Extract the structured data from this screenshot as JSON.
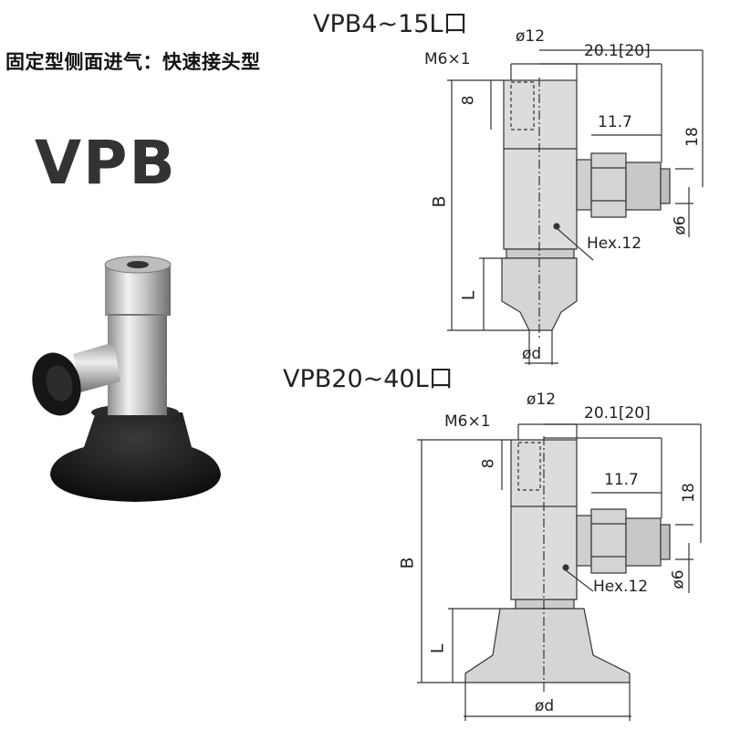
{
  "header": {
    "subtitle": "固定型侧面进气：快速接头型",
    "product_name": "VPB"
  },
  "diagram_top": {
    "title": "VPB4~15L口",
    "dims": {
      "bore": "ø12",
      "offset": "20.1[20]",
      "thread": "M6×1",
      "thread_depth": "8",
      "fitting_len": "11.7",
      "height_18": "18",
      "tube": "ø6",
      "hex": "Hex.12",
      "total": "B",
      "pad_len": "L",
      "pad_dia": "ød"
    }
  },
  "diagram_bottom": {
    "title": "VPB20~40L口",
    "dims": {
      "bore": "ø12",
      "offset": "20.1[20]",
      "thread": "M6×1",
      "thread_depth": "8",
      "fitting_len": "11.7",
      "height_18": "18",
      "tube": "ø6",
      "hex": "Hex.12",
      "total": "B",
      "pad_len": "L",
      "pad_dia": "ød"
    }
  },
  "colors": {
    "metal_light": "#d9d9d9",
    "metal_dark": "#9a9a9a",
    "rubber": "#1b1b1b",
    "line": "#333333"
  }
}
